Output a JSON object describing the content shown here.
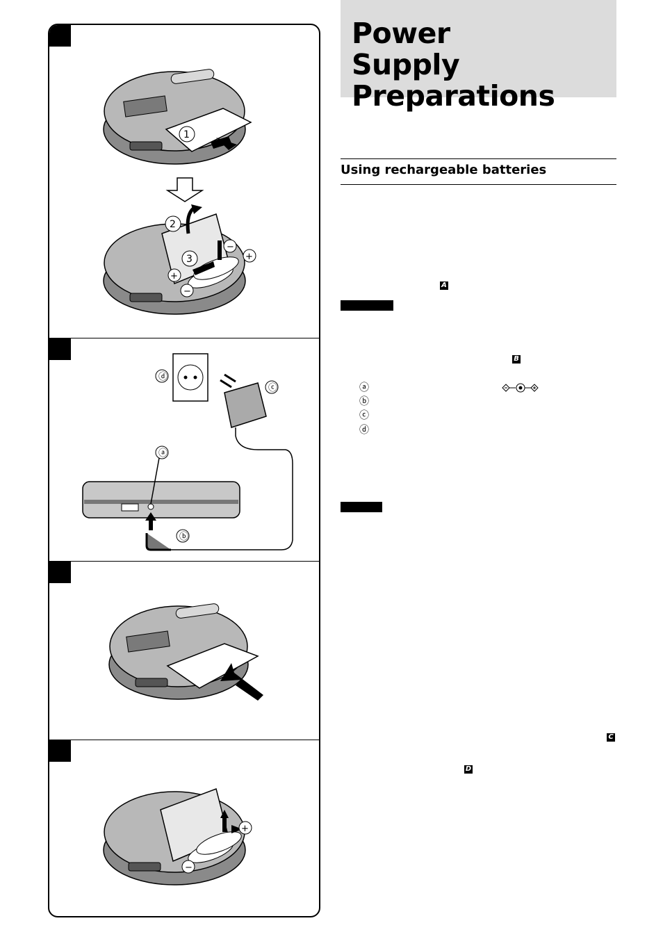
{
  "page": {
    "title": "Power Supply Preparations",
    "section_heading": "Using rechargeable batteries"
  },
  "figure_refs": [
    "A",
    "B",
    "C",
    "D"
  ],
  "part_labels": [
    "ⓐ",
    "ⓑ",
    "ⓒ",
    "ⓓ"
  ],
  "step_numbers": [
    "1",
    "2",
    "3"
  ],
  "polarity": {
    "plus": "+",
    "minus": "−"
  },
  "colors": {
    "title_bg": "#dcdcdc",
    "ink": "#000000"
  }
}
